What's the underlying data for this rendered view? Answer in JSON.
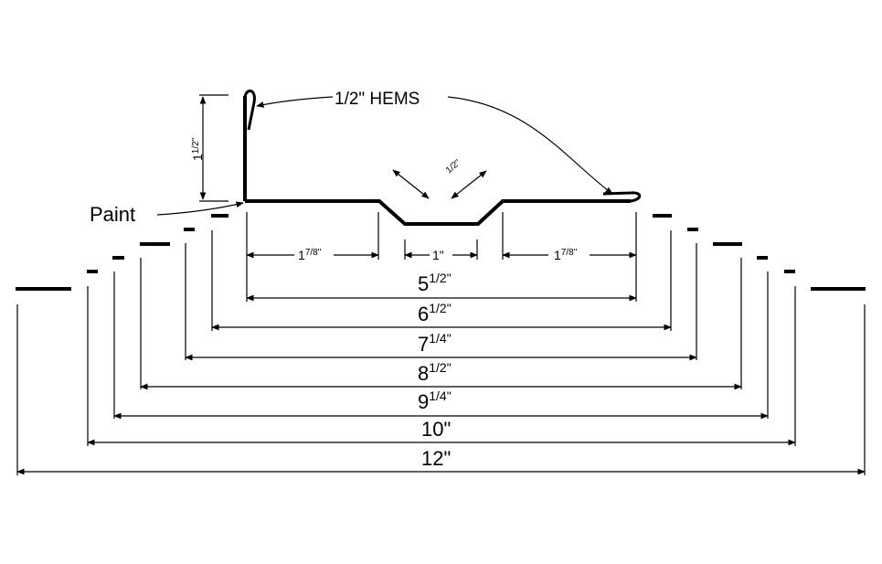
{
  "callouts": {
    "hems": "1/2\" HEMS",
    "paint": "Paint",
    "height_whole": "1",
    "height_frac": "1/2\"",
    "notch_depth": "1/2\""
  },
  "flat_dims": {
    "left_whole": "1",
    "left_frac": "7/8\"",
    "center": "1\"",
    "right_whole": "1",
    "right_frac": "7/8\""
  },
  "widths": [
    {
      "whole": "5",
      "frac": "1/2\""
    },
    {
      "whole": "6",
      "frac": "1/2\""
    },
    {
      "whole": "7",
      "frac": "1/4\""
    },
    {
      "whole": "8",
      "frac": "1/2\""
    },
    {
      "whole": "9",
      "frac": "1/4\""
    },
    {
      "whole": "10\"",
      "frac": ""
    },
    {
      "whole": "12\"",
      "frac": ""
    }
  ],
  "colors": {
    "line": "#000000",
    "background": "#ffffff"
  }
}
